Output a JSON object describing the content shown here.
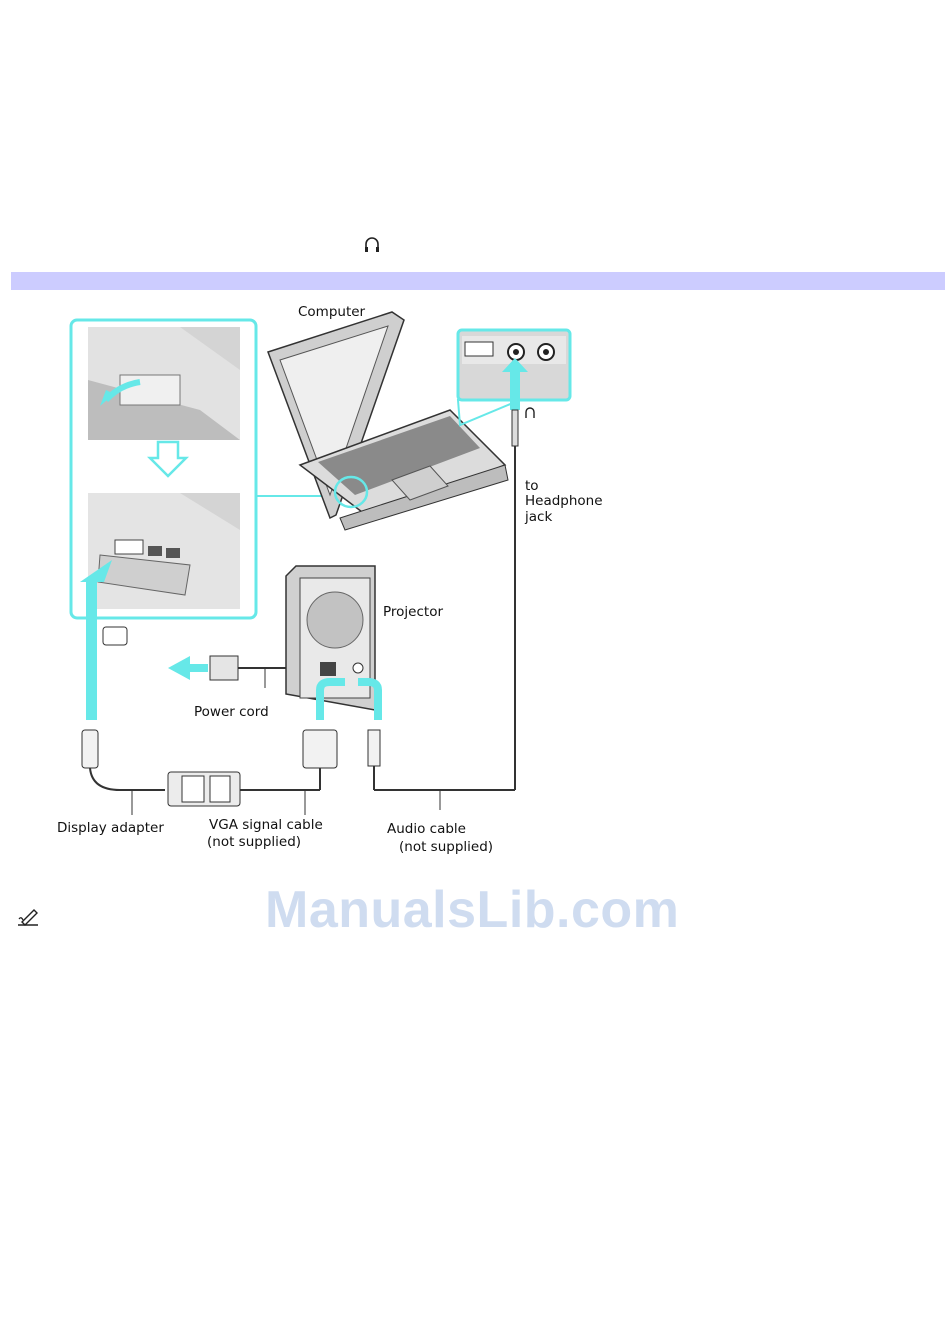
{
  "diagram": {
    "labels": {
      "computer": "Computer",
      "to_headphone_jack_1": "to",
      "to_headphone_jack_2": "Headphone",
      "to_headphone_jack_3": "jack",
      "projector": "Projector",
      "power_cord": "Power cord",
      "display_adapter": "Display adapter",
      "vga_line1": "VGA signal cable",
      "vga_line2": "(not supplied)",
      "audio_line1": "Audio cable",
      "audio_line2": "(not supplied)"
    },
    "watermark": "ManualsLib.com"
  },
  "colors": {
    "band": "#ccccff",
    "accent_cyan": "#66e8e8"
  },
  "icons": [
    "headphone-icon",
    "note-pencil-icon"
  ]
}
